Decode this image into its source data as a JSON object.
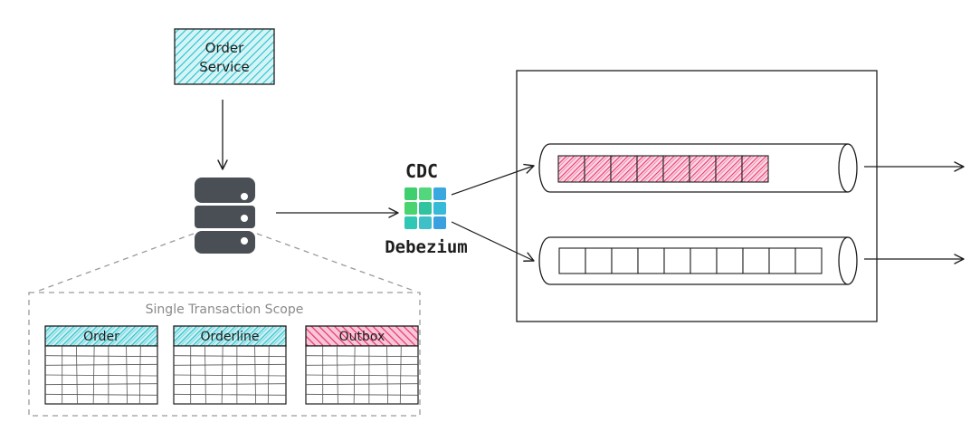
{
  "service": {
    "line1": "Order",
    "line2": "Service"
  },
  "transaction_scope": {
    "label": "Single Transaction Scope"
  },
  "tables": [
    {
      "name": "Order",
      "color": "#22c3cf"
    },
    {
      "name": "Orderline",
      "color": "#22c3cf"
    },
    {
      "name": "Outbox",
      "color": "#e8336e"
    }
  ],
  "cdc": {
    "title": "CDC",
    "name": "Debezium"
  },
  "colors": {
    "stroke": "#1e1e1e",
    "teal": "#22c3cf",
    "pink": "#e8336e",
    "dashed": "#9a9a9a",
    "debezium_green": "#4fd47a",
    "debezium_blue": "#3aa8e0"
  },
  "icons": {
    "database": "database-icon",
    "debezium": "debezium-logo-icon"
  }
}
